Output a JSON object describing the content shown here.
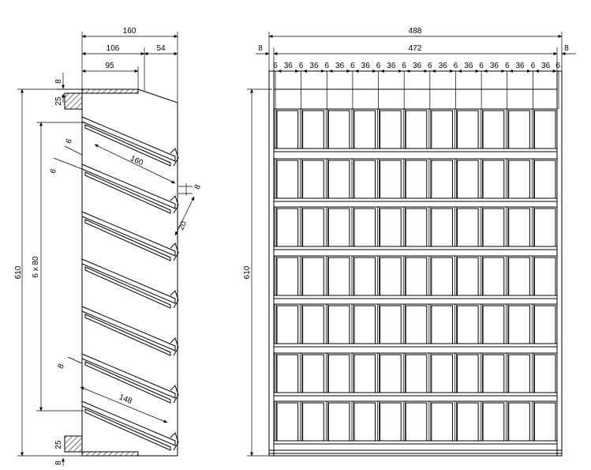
{
  "side_view": {
    "overall_width": "160",
    "top_depth": "106",
    "top_overhang": "54",
    "top_board": "95",
    "top_thickness": "8",
    "top_block": "25",
    "shelf_length": "160",
    "shelf_lip": "6",
    "shelf_front": "6",
    "shelf_gap": "8",
    "shelf_depth": "20",
    "shelf_spacing": "6 x 80",
    "height": "610",
    "lower_thickness": "8",
    "lower_depth": "148",
    "bottom_block": "25",
    "bottom_thickness": "8"
  },
  "front_view": {
    "overall_width": "488",
    "inner_width": "472",
    "side_left": "8",
    "side_right": "8",
    "divider_width": "6",
    "compartment_width": "36",
    "compartments_per_row": 11,
    "rows": 7,
    "height": "610"
  }
}
